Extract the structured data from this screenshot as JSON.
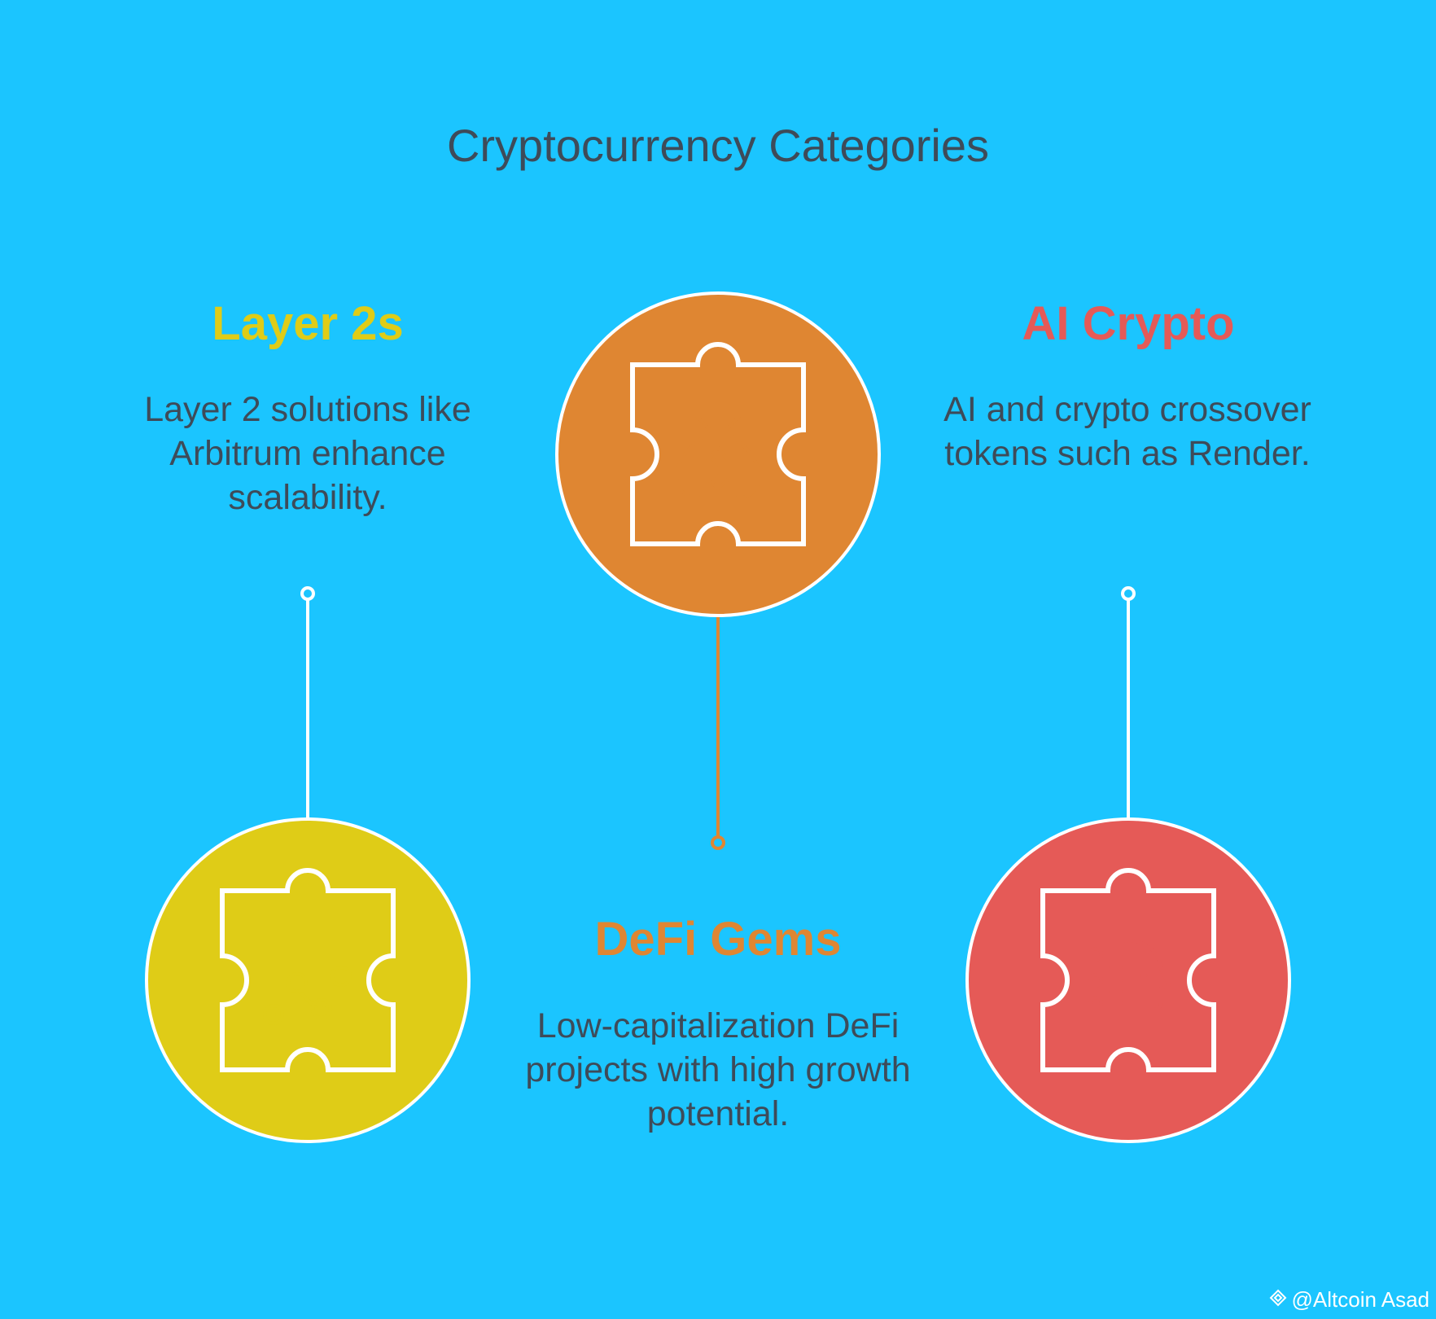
{
  "title": "Cryptocurrency Categories",
  "colors": {
    "background": "#1bc5ff",
    "layer2": "#dfcc17",
    "defi": "#df8632",
    "ai": "#e55a57",
    "text": "#3e4b59",
    "line": "#ffffff"
  },
  "categories": [
    {
      "heading": "Layer 2s",
      "description": "Layer 2 solutions like Arbitrum enhance scalability.",
      "icon": "growth-chart-icon"
    },
    {
      "heading": "DeFi Gems",
      "description": "Low-capitalization DeFi projects with high growth potential.",
      "icon": "money-bag-icon"
    },
    {
      "heading": "AI Crypto",
      "description": "AI and crypto crossover tokens such as Render.",
      "icon": "ai-head-icon"
    }
  ],
  "watermark": "@Altcoin Asad"
}
